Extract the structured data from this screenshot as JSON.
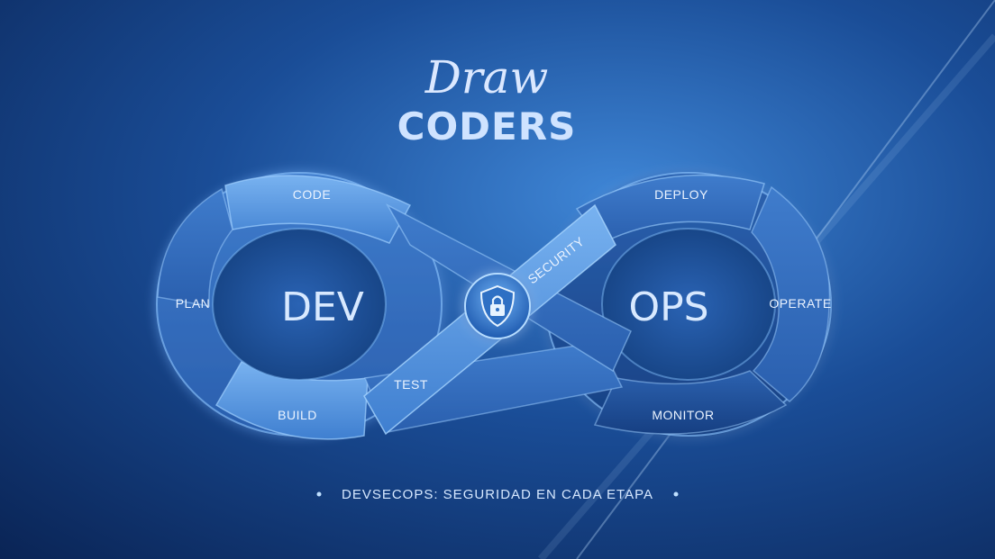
{
  "logo": {
    "line1": "Draw",
    "line2": "CODERS"
  },
  "loop": {
    "left_center": "DEV",
    "right_center": "OPS",
    "stages": {
      "code": "CODE",
      "plan": "PLAN",
      "build": "BUILD",
      "test": "TEST",
      "security": "SECURITY",
      "deploy": "DEPLOY",
      "operate": "OPERATE",
      "monitor": "MONITOR"
    },
    "center_icon": "shield-lock-icon"
  },
  "caption": "DEVSECOPS: SEGURIDAD EN CADA ETAPA",
  "colors": {
    "background_dark": "#0b2a5c",
    "background_light": "#3f86d6",
    "band_light": "#5f9ee6",
    "band_dark": "#1d4f9a",
    "text": "#eaf3ff"
  }
}
